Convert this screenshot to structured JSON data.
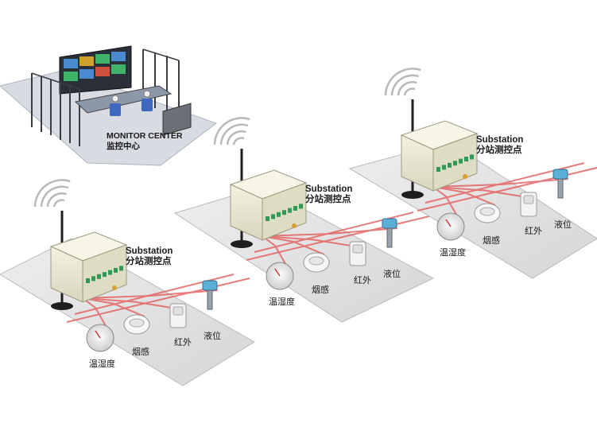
{
  "monitor_center": {
    "label_en": "MONITOR CENTER",
    "label_cn": "监控中心"
  },
  "substations": [
    {
      "label_en": "Substation",
      "label_cn": "分站测控点",
      "sensors": [
        "温湿度",
        "烟感",
        "红外",
        "液位"
      ]
    },
    {
      "label_en": "Substation",
      "label_cn": "分站测控点",
      "sensors": [
        "温湿度",
        "烟感",
        "红外",
        "液位"
      ]
    },
    {
      "label_en": "Substation",
      "label_cn": "分站测控点",
      "sensors": [
        "温湿度",
        "烟感",
        "红外",
        "液位"
      ]
    }
  ],
  "colors": {
    "platform": "#e2e2e2",
    "platform_edge": "#b9b9b9",
    "wire": "#e35b5b",
    "plc": "#e9e7cf",
    "terminal": "#2f9a57",
    "antenna": "#1e1e1e",
    "signal": "#b9b9b9"
  }
}
